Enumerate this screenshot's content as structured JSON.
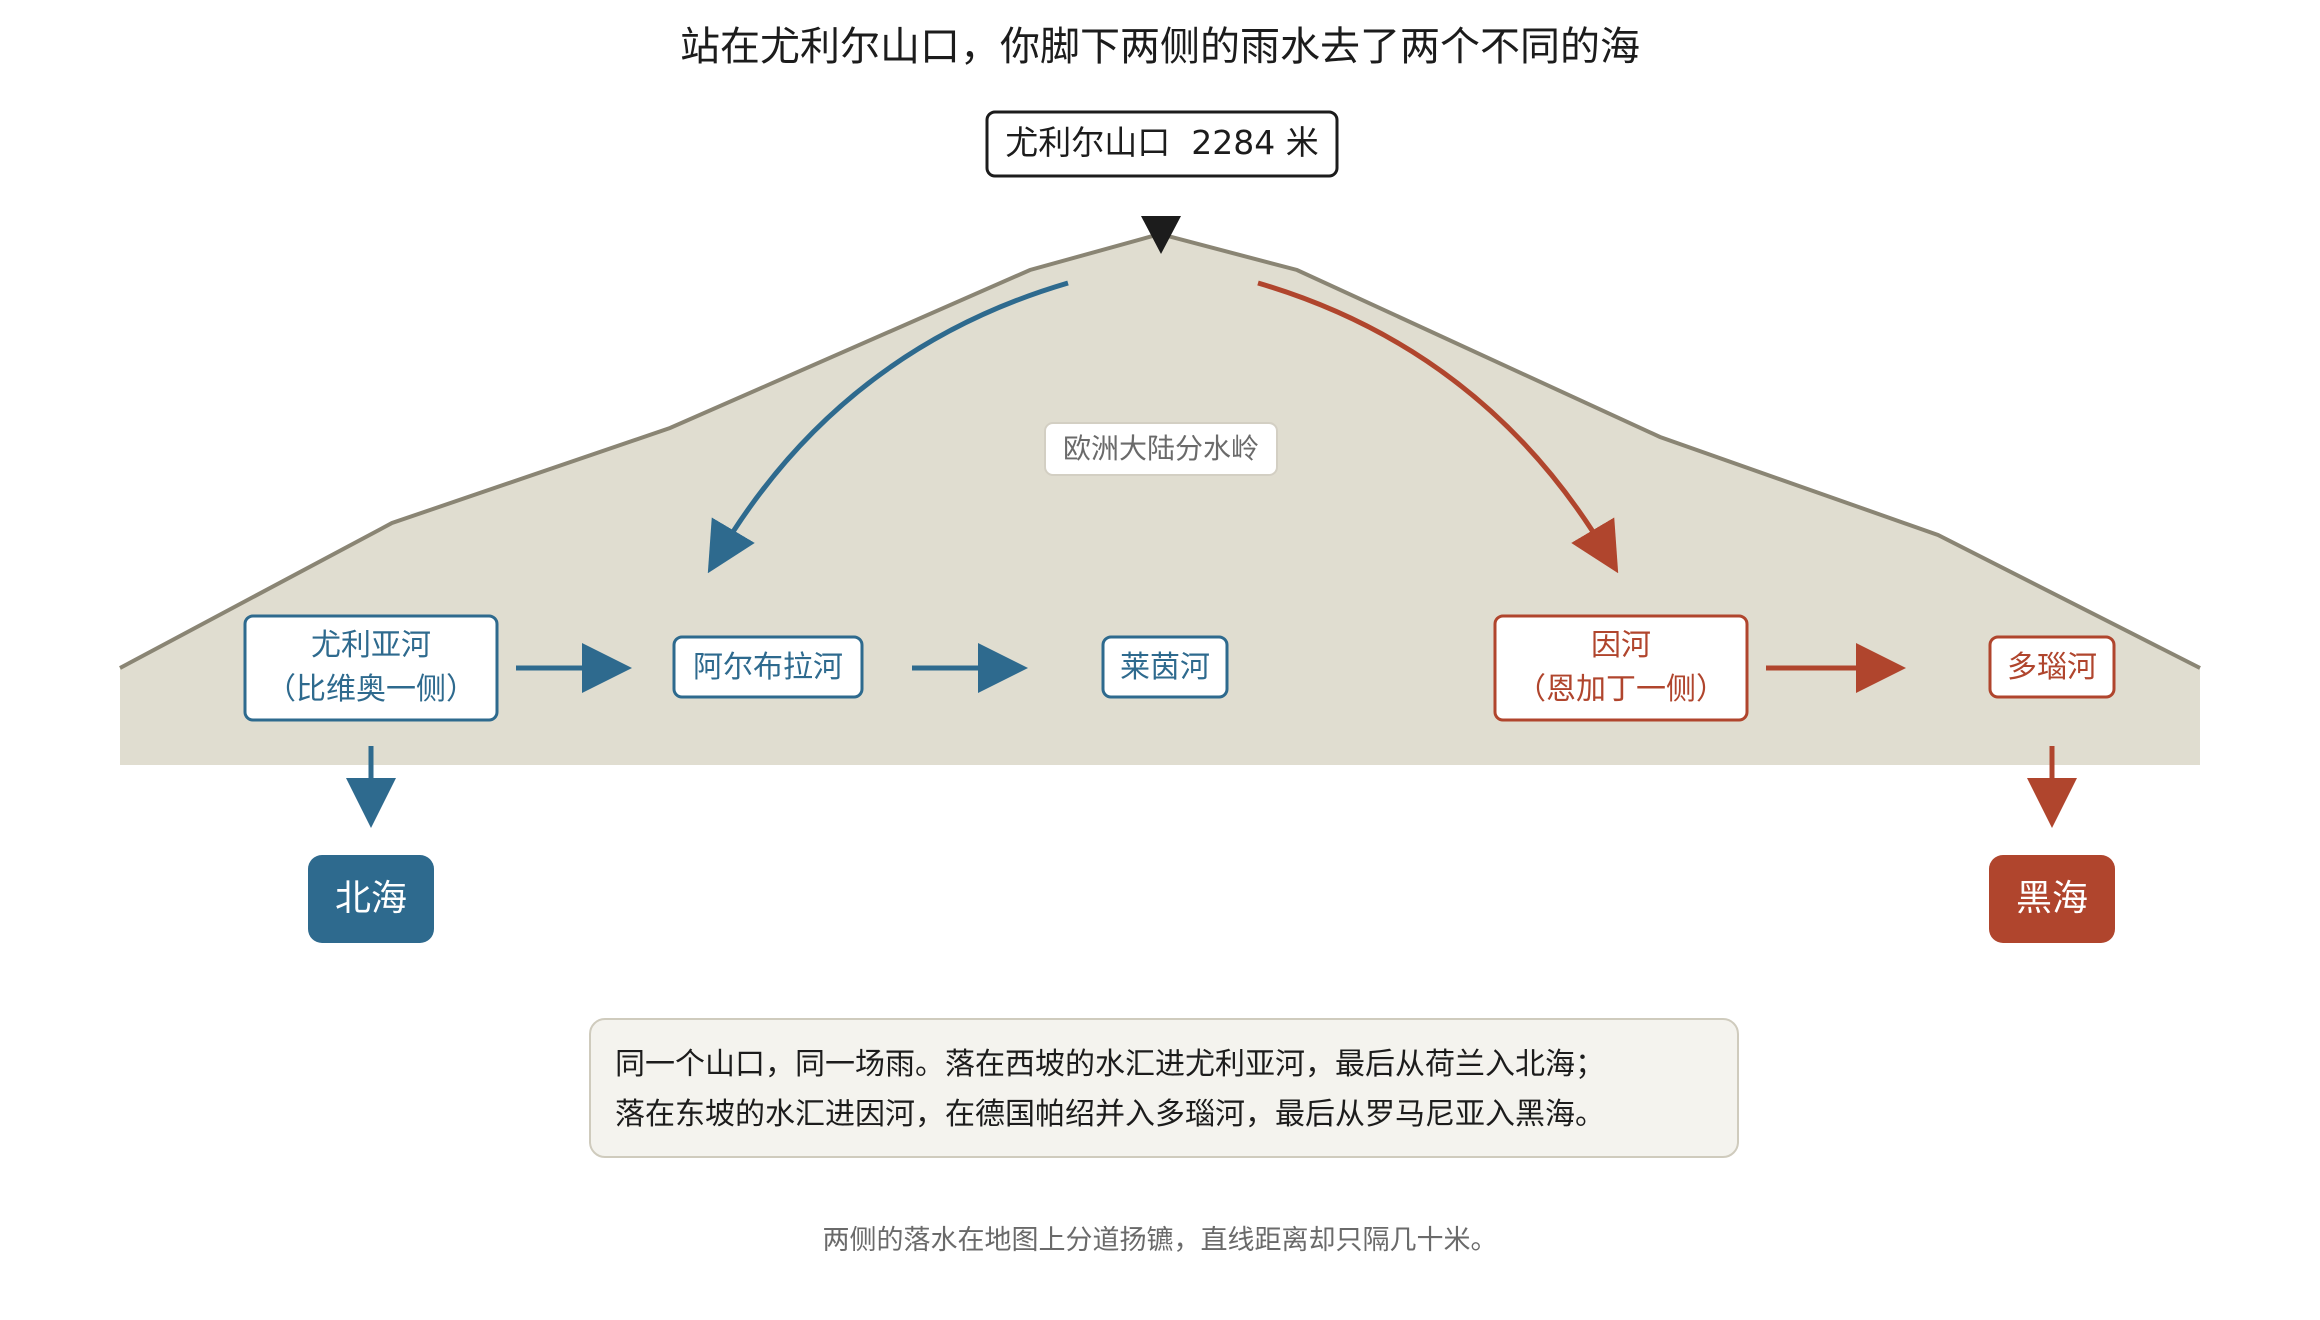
{
  "title": "站在尤利尔山口，你脚下两侧的雨水去了两个不同的海",
  "pass_label": "尤利尔山口  2284 米",
  "divide_label": "欧洲大陆分水岭",
  "west": {
    "color": "#2e6a8e",
    "nodes": [
      {
        "line1": "尤利亚河",
        "line2": "（比维奥一侧）"
      },
      {
        "line1": "阿尔布拉河"
      },
      {
        "line1": "莱茵河"
      }
    ],
    "sea": "北海"
  },
  "east": {
    "color": "#b0452d",
    "nodes": [
      {
        "line1": "因河",
        "line2": "（恩加丁一侧）"
      },
      {
        "line1": "多瑙河"
      }
    ],
    "sea": "黑海"
  },
  "summary": {
    "line1": "同一个山口，同一场雨。落在西坡的水汇进尤利亚河，最后从荷兰入北海；",
    "line2": "落在东坡的水汇进因河，在德国帕绍并入多瑙河，最后从罗马尼亚入黑海。"
  },
  "footnote": "两侧的落水在地图上分道扬镳，直线距离却只隔几十米。",
  "colors": {
    "mountain_fill": "#e0ddd0",
    "mountain_stroke": "#8a8574",
    "text": "#1c1c1c"
  }
}
